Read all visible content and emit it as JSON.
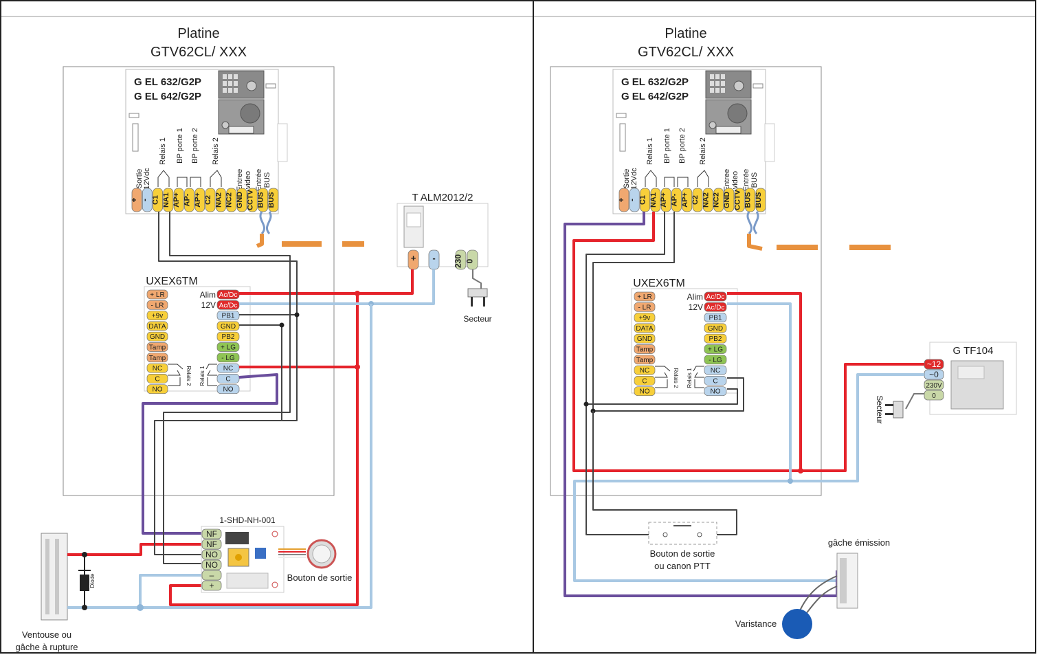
{
  "left": {
    "title_line1": "Platine",
    "title_line2": "GTV62CL/ XXX",
    "module_line1": "G EL 632/G2P",
    "module_line2": "G EL 642/G2P",
    "label_sortie": "Sortie",
    "label_12vdc": "12Vdc",
    "label_relais1": "Relais 1",
    "label_bp1": "BP porte 1",
    "label_bp2": "BP porte 2",
    "label_relais2": "Relais 2",
    "label_entree_video": [
      "Entree",
      "video"
    ],
    "label_entree_bus": [
      "Entrée",
      "BUS"
    ],
    "terminals": [
      "+",
      "-",
      "C1",
      "NA1",
      "AP+",
      "AP-",
      "AP+",
      "C2",
      "NA2",
      "NC2",
      "GND",
      "CCTV",
      "BUS",
      "BUS"
    ],
    "psu_name": "T ALM2012/2",
    "psu_terminals": [
      "+",
      "-",
      "230",
      "0"
    ],
    "secteur": "Secteur",
    "uxex_name": "UXEX6TM",
    "alim": "Alim",
    "v12": "12V",
    "uxex_left": [
      "+ LR",
      "- LR",
      "+9v",
      "DATA",
      "GND",
      "Tamp",
      "Tamp",
      "NC",
      "C",
      "NO"
    ],
    "uxex_right": [
      "Ac/Dc",
      "Ac/Dc",
      "PB1",
      "GND",
      "PB2",
      "+ LG",
      "- LG",
      "NC",
      "C",
      "NO"
    ],
    "relais1_small": "Relais 1",
    "relais2_small": "Relais 2",
    "shd_name": "1-SHD-NH-001",
    "shd_terminals": [
      "NF",
      "NF",
      "NO",
      "NO",
      "–",
      "+"
    ],
    "bouton": "Bouton de sortie",
    "diode": "Diode",
    "ventouse_line1": "Ventouse ou",
    "ventouse_line2": "gâche à rupture"
  },
  "right": {
    "title_line1": "Platine",
    "title_line2": "GTV62CL/ XXX",
    "module_line1": "G EL 632/G2P",
    "module_line2": "G EL 642/G2P",
    "label_sortie": "Sortie",
    "label_12vdc": "12Vdc",
    "label_relais1": "Relais 1",
    "label_bp1": "BP porte 1",
    "label_bp2": "BP porte 2",
    "label_relais2": "Relais 2",
    "label_entree_video": [
      "Entree",
      "video"
    ],
    "label_entree_bus": [
      "Entrée",
      "BUS"
    ],
    "terminals": [
      "+",
      "-",
      "C1",
      "NA1",
      "AP+",
      "AP-",
      "AP+",
      "C2",
      "NA2",
      "NC2",
      "GND",
      "CCTV",
      "BUS",
      "BUS"
    ],
    "uxex_name": "UXEX6TM",
    "alim": "Alim",
    "v12": "12V",
    "uxex_left": [
      "+ LR",
      "- LR",
      "+9v",
      "DATA",
      "GND",
      "Tamp",
      "Tamp",
      "NC",
      "C",
      "NO"
    ],
    "uxex_right": [
      "Ac/Dc",
      "Ac/Dc",
      "PB1",
      "GND",
      "PB2",
      "+ LG",
      "- LG",
      "NC",
      "C",
      "NO"
    ],
    "relais1_small": "Relais 1",
    "relais2_small": "Relais 2",
    "tf_name": "G TF104",
    "tf_terminals": [
      "~12",
      "~0",
      "230V",
      "0"
    ],
    "secteur": "Secteur",
    "bouton_line1": "Bouton de sortie",
    "bouton_line2": "ou canon PTT",
    "gache": "gâche émission",
    "varistance": "Varistance"
  },
  "colors": {
    "red": "#e5232b",
    "blue": "#a8c8e3",
    "purple": "#6a4e9c",
    "gray": "#444444",
    "orange": "#e8913e",
    "term_orange": "#f0a870",
    "term_blue": "#b9d4ec",
    "term_yellow": "#f7cf3a",
    "term_green": "#8fc454",
    "term_red": "#e02a2a",
    "term_olive": "#c9d8a8"
  }
}
